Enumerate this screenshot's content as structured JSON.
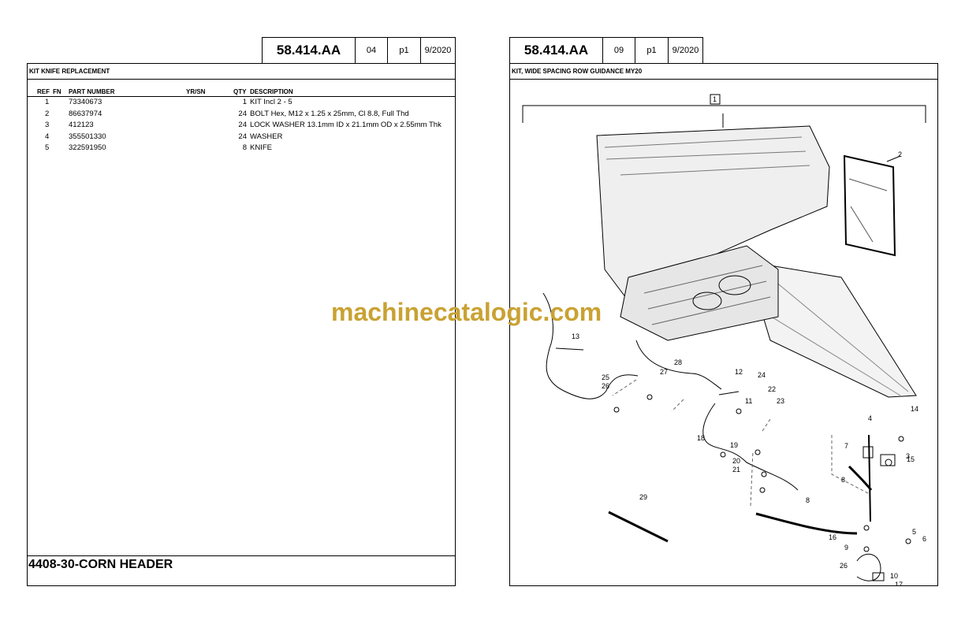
{
  "left_page": {
    "header": {
      "code": "58.414.AA",
      "num": "04",
      "page": "p1",
      "date": "9/2020"
    },
    "title": "KIT KNIFE REPLACEMENT",
    "columns": {
      "ref": "REF",
      "fn": "FN",
      "part": "PART NUMBER",
      "yrsn": "YR/SN",
      "qty": "QTY",
      "desc": "DESCRIPTION"
    },
    "rows": [
      {
        "ref": "1",
        "part": "73340673",
        "qty": "1",
        "desc": "KIT  Incl 2 - 5"
      },
      {
        "ref": "2",
        "part": "86637974",
        "qty": "24",
        "desc": "BOLT Hex, M12 x 1.25 x 25mm, Cl 8.8, Full Thd"
      },
      {
        "ref": "3",
        "part": "412123",
        "qty": "24",
        "desc": "LOCK WASHER 13.1mm ID x 21.1mm OD x 2.55mm Thk"
      },
      {
        "ref": "4",
        "part": "355501330",
        "qty": "24",
        "desc": "WASHER"
      },
      {
        "ref": "5",
        "part": "322591950",
        "qty": "8",
        "desc": "KNIFE"
      }
    ],
    "footer_title": "4408-30-CORN HEADER"
  },
  "right_page": {
    "header": {
      "code": "58.414.AA",
      "num": "09",
      "page": "p1",
      "date": "9/2020"
    },
    "title": "KIT, WIDE SPACING ROW GUIDANCE MY20",
    "callouts": [
      "1",
      "2",
      "3",
      "4",
      "5",
      "6",
      "7",
      "8",
      "8",
      "9",
      "10",
      "11",
      "12",
      "13",
      "14",
      "15",
      "16",
      "17",
      "18",
      "19",
      "20",
      "21",
      "22",
      "23",
      "24",
      "25",
      "26",
      "26",
      "27",
      "28",
      "29"
    ]
  },
  "watermark": "machinecatalogic.com"
}
